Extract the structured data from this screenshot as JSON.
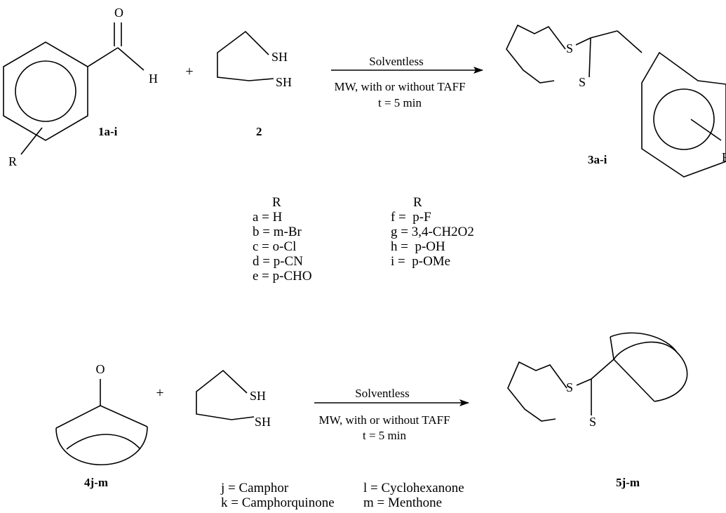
{
  "reaction1": {
    "reactant_aldehyde": {
      "label": "1a-i",
      "atoms": {
        "oxygen": "O",
        "hydrogen": "H",
        "substituent": "R"
      }
    },
    "plus": "+",
    "reactant_dithiol": {
      "label": "2",
      "atoms": {
        "sh_top": "SH",
        "sh_bottom": "SH"
      }
    },
    "conditions": {
      "above": "Solventless",
      "below_line1": "MW, with or without TAFF",
      "below_line2": "t = 5 min"
    },
    "product": {
      "label": "3a-i",
      "atoms": {
        "s_top": "S",
        "s_bottom": "S",
        "substituent": "R"
      }
    }
  },
  "substituent_table": {
    "left": {
      "header": "R",
      "rows": [
        "a = H",
        "b = m-Br",
        "c = o-Cl",
        "d = p-CN",
        "e = p-CHO"
      ]
    },
    "right": {
      "header": "R",
      "rows": [
        "f =  p-F",
        "g = 3,4-CH2O2",
        "h =  p-OH",
        "i =  p-OMe"
      ]
    }
  },
  "reaction2": {
    "reactant_ketone": {
      "label": "4j-m",
      "atoms": {
        "oxygen": "O"
      }
    },
    "plus": "+",
    "reactant_dithiol": {
      "atoms": {
        "sh_top": "SH",
        "sh_bottom": "SH"
      }
    },
    "conditions": {
      "above": "Solventless",
      "below_line1": "MW, with or without TAFF",
      "below_line2": "t = 5 min"
    },
    "product": {
      "label": "5j-m",
      "atoms": {
        "s_top": "S",
        "s_bottom": "S"
      }
    }
  },
  "ketone_table": {
    "rows": [
      {
        "left": "j = Camphor",
        "right": "l = Cyclohexanone"
      },
      {
        "left": "k = Camphorquinone",
        "right": "m = Menthone"
      }
    ]
  }
}
